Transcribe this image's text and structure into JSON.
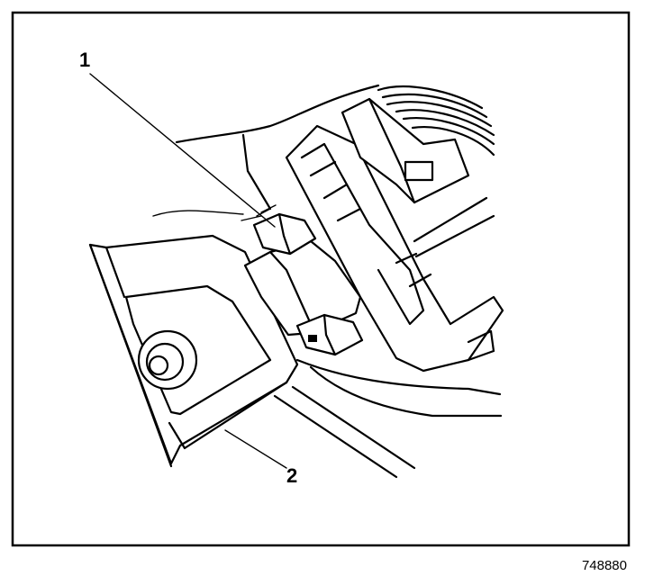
{
  "callouts": [
    {
      "id": "1",
      "label": "1"
    },
    {
      "id": "2",
      "label": "2"
    }
  ],
  "figure_id": "748880"
}
